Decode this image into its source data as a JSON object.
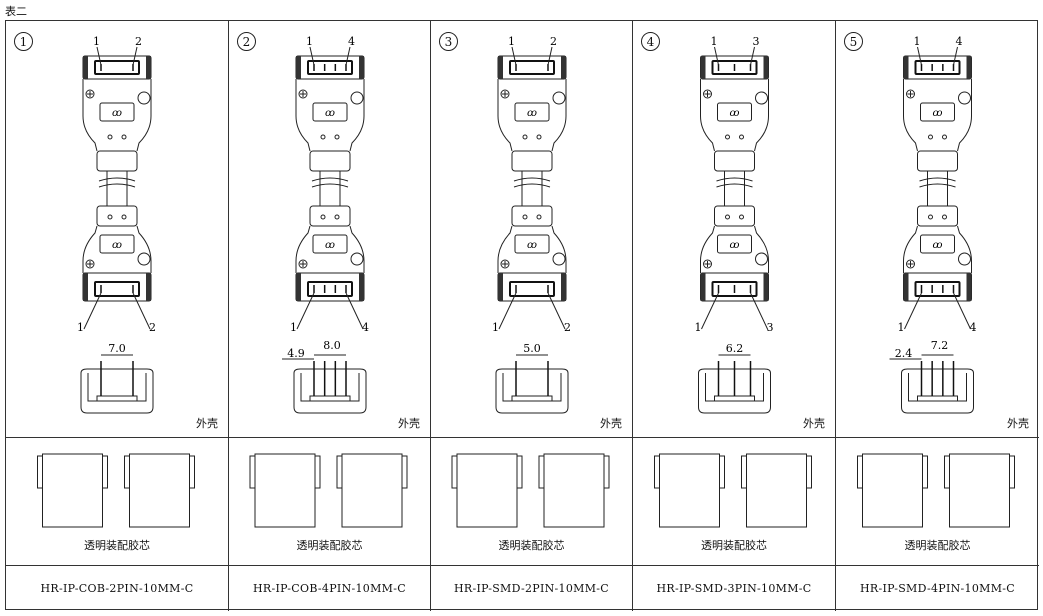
{
  "caption": "表二",
  "shell_label": "外壳",
  "core_label": "透明装配胶芯",
  "columns": [
    {
      "index": "1",
      "pins": 2,
      "pin_labels": [
        "1",
        "2"
      ],
      "dims": [
        "7.0"
      ],
      "part": "HR-IP-COB-2PIN-10MM-C"
    },
    {
      "index": "2",
      "pins": 4,
      "pin_labels": [
        "1",
        "4"
      ],
      "dims": [
        "4.9",
        "8.0"
      ],
      "part": "HR-IP-COB-4PIN-10MM-C"
    },
    {
      "index": "3",
      "pins": 2,
      "pin_labels": [
        "1",
        "2"
      ],
      "dims": [
        "5.0"
      ],
      "part": "HR-IP-SMD-2PIN-10MM-C"
    },
    {
      "index": "4",
      "pins": 3,
      "pin_labels": [
        "1",
        "3"
      ],
      "dims": [
        "6.2"
      ],
      "part": "HR-IP-SMD-3PIN-10MM-C"
    },
    {
      "index": "5",
      "pins": 4,
      "pin_labels": [
        "1",
        "4"
      ],
      "dims": [
        "2.4",
        "7.2"
      ],
      "part": "HR-IP-SMD-4PIN-10MM-C"
    }
  ]
}
